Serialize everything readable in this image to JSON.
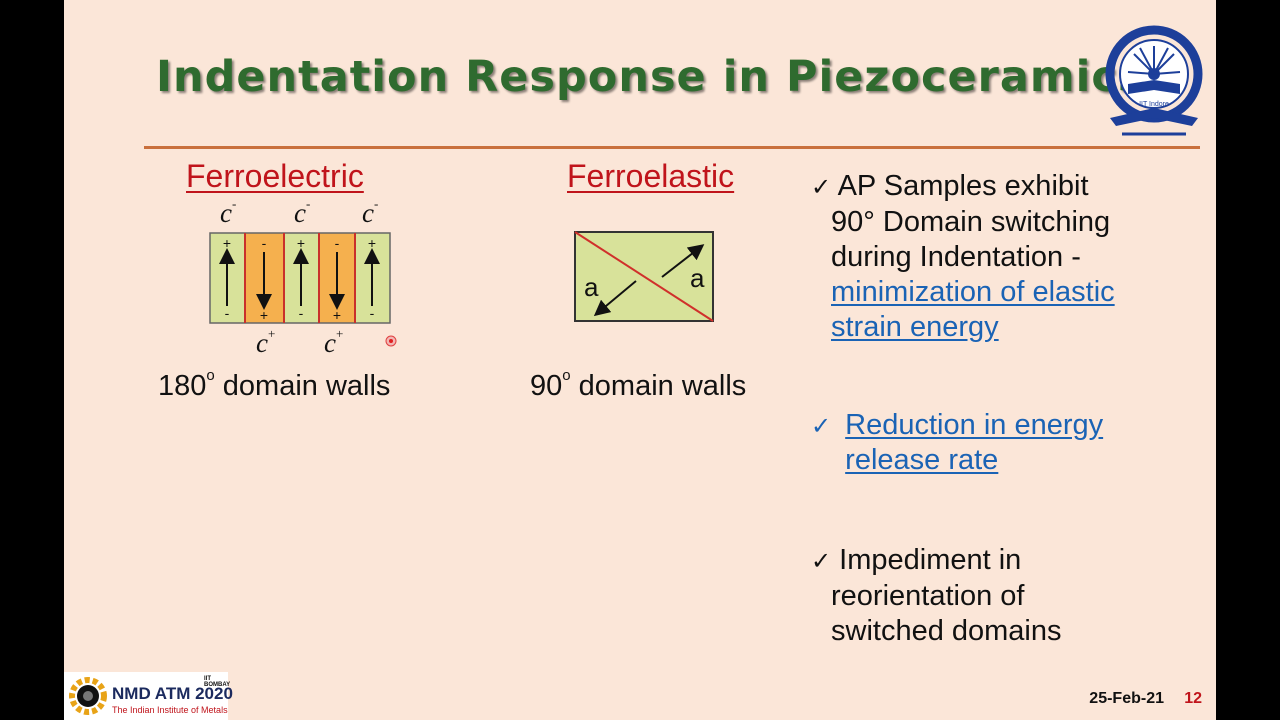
{
  "slide": {
    "title": "Indentation Response in Piezoceramics",
    "logo_lettering": "IIT Indore",
    "left_panel": {
      "heading": "Ferroelectric",
      "top_labels": [
        "c",
        "c",
        "c"
      ],
      "top_signs": [
        "-",
        "-",
        "-"
      ],
      "bottom_labels": [
        "c",
        "c"
      ],
      "bottom_signs": [
        "+",
        "+"
      ],
      "caption_num": "180",
      "caption_deg": "o",
      "caption_text": " domain walls"
    },
    "middle_panel": {
      "heading": "Ferroelastic",
      "label_a1": "a",
      "label_a2": "a",
      "caption_num": "90",
      "caption_deg": "o",
      "caption_text": " domain walls"
    },
    "bullets": [
      {
        "check": "✓",
        "line1": "AP Samples exhibit",
        "line2": "90° Domain switching",
        "line3": "during Indentation -",
        "link": "minimization of elastic strain energy"
      },
      {
        "check": "✓",
        "link": "Reduction in energy release rate"
      },
      {
        "check": "✓",
        "line1": "Impediment in",
        "line2": "reorientation of",
        "line3": "switched domains"
      }
    ],
    "footer": {
      "date": "25-Feb-21",
      "page": "12",
      "logo_title": "NMD ATM 2020",
      "logo_sub": "The Indian Institute of Metals",
      "logo_tag": "IIT BOMBAY"
    },
    "colors": {
      "background": "#fbe6d8",
      "title": "#2f6b2f",
      "heading": "#c0141b",
      "link": "#1a63b5",
      "rule": "#c9703d"
    }
  }
}
